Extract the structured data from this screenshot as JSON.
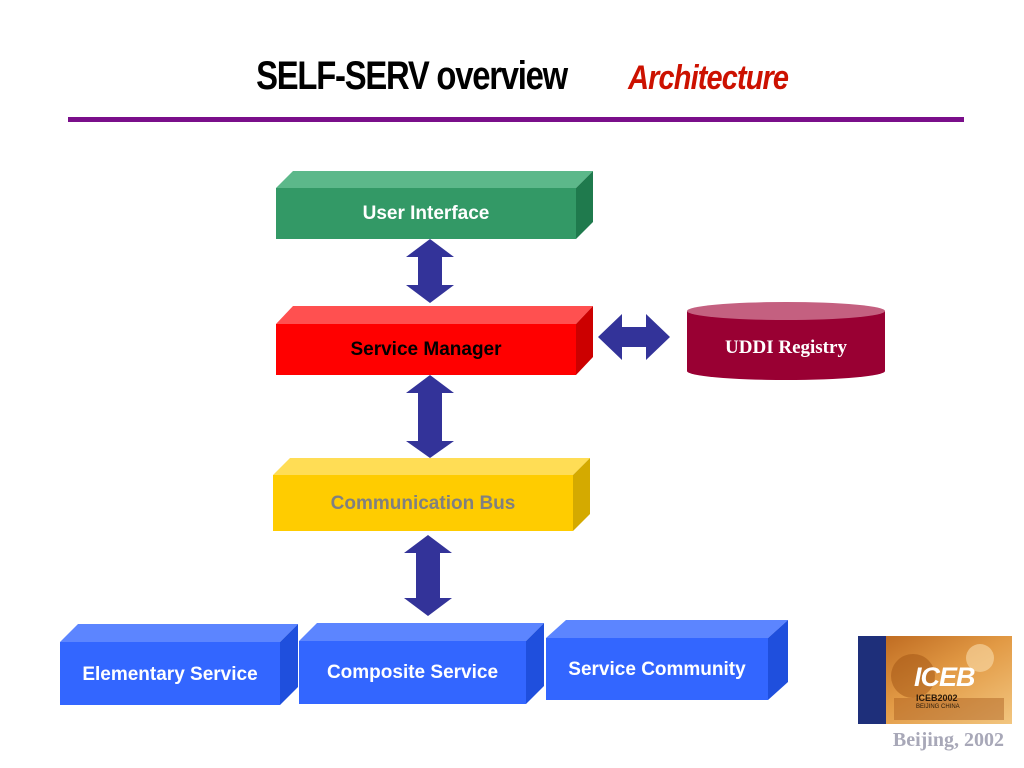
{
  "title": {
    "main": "SELF-SERV overview",
    "sub": "Architecture"
  },
  "layers": {
    "user_interface": "User Interface",
    "service_manager": "Service Manager",
    "communication_bus": "Communication Bus",
    "uddi_registry": "UDDI Registry"
  },
  "services": {
    "elementary": "Elementary Service",
    "composite": "Composite Service",
    "community": "Service Community"
  },
  "logo": {
    "mark": "ICEB",
    "line1": "ICEB2002",
    "line2": "BEIJING CHINA"
  },
  "footer": "Beijing, 2002",
  "colors": {
    "user_interface": "#339966",
    "service_manager": "#ff0000",
    "communication_bus": "#ffcc00",
    "uddi_registry": "#990033",
    "services": "#3366ff",
    "arrows": "#333399",
    "rule": "#7a0f8a",
    "title_sub": "#cc1100"
  }
}
